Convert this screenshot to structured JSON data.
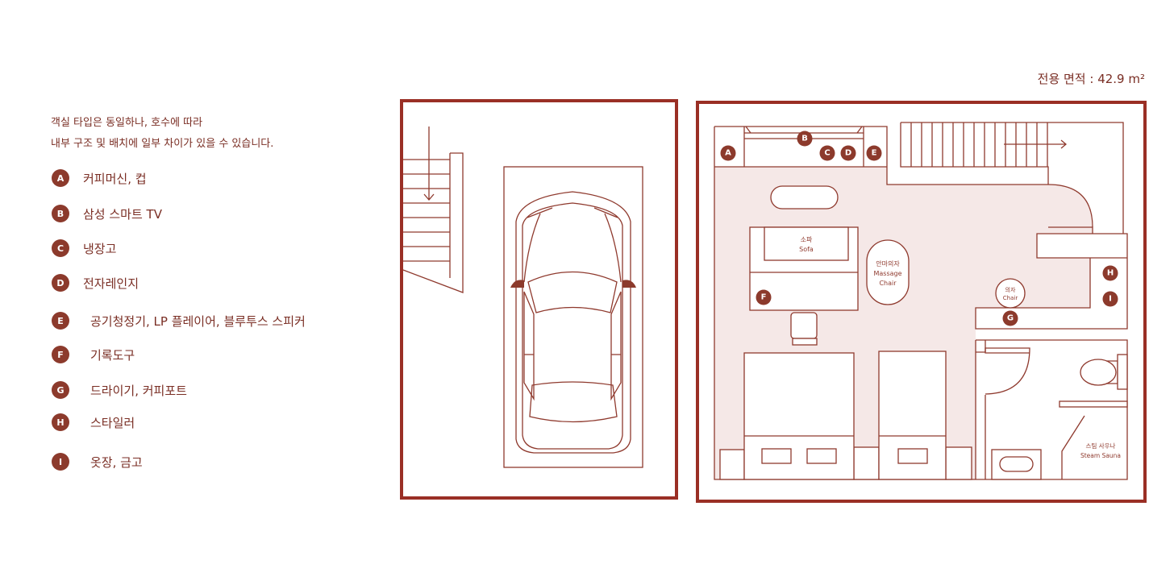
{
  "area_label": "전용 면적 : 42.9 m²",
  "note": [
    "객실 타입은 동일하나, 호수에 따라",
    "내부 구조 및 배치에 일부 차이가 있을 수 있습니다."
  ],
  "legend": [
    {
      "key": "A",
      "label": "커피머신, 컵"
    },
    {
      "key": "B",
      "label": "삼성 스마트 TV"
    },
    {
      "key": "C",
      "label": "냉장고"
    },
    {
      "key": "D",
      "label": "전자레인지"
    },
    {
      "key": "E",
      "label": "공기청정기, LP 플레이어, 블루투스 스피커"
    },
    {
      "key": "F",
      "label": "기록도구"
    },
    {
      "key": "G",
      "label": "드라이기, 커피포트"
    },
    {
      "key": "H",
      "label": "스타일러"
    },
    {
      "key": "I",
      "label": "옷장, 금고"
    }
  ],
  "plan": {
    "sofa_ko": "소파",
    "sofa_en": "Sofa",
    "massage_ko": "안마의자",
    "massage_en1": "Massage",
    "massage_en2": "Chair",
    "chair_ko": "의자",
    "chair_en": "Chair",
    "sauna_ko": "스팀 사우나",
    "sauna_en": "Steam Sauna"
  },
  "colors": {
    "accent": "#8c3a2c",
    "floor": "#f5e8e7",
    "frame": "#9a2f25"
  }
}
